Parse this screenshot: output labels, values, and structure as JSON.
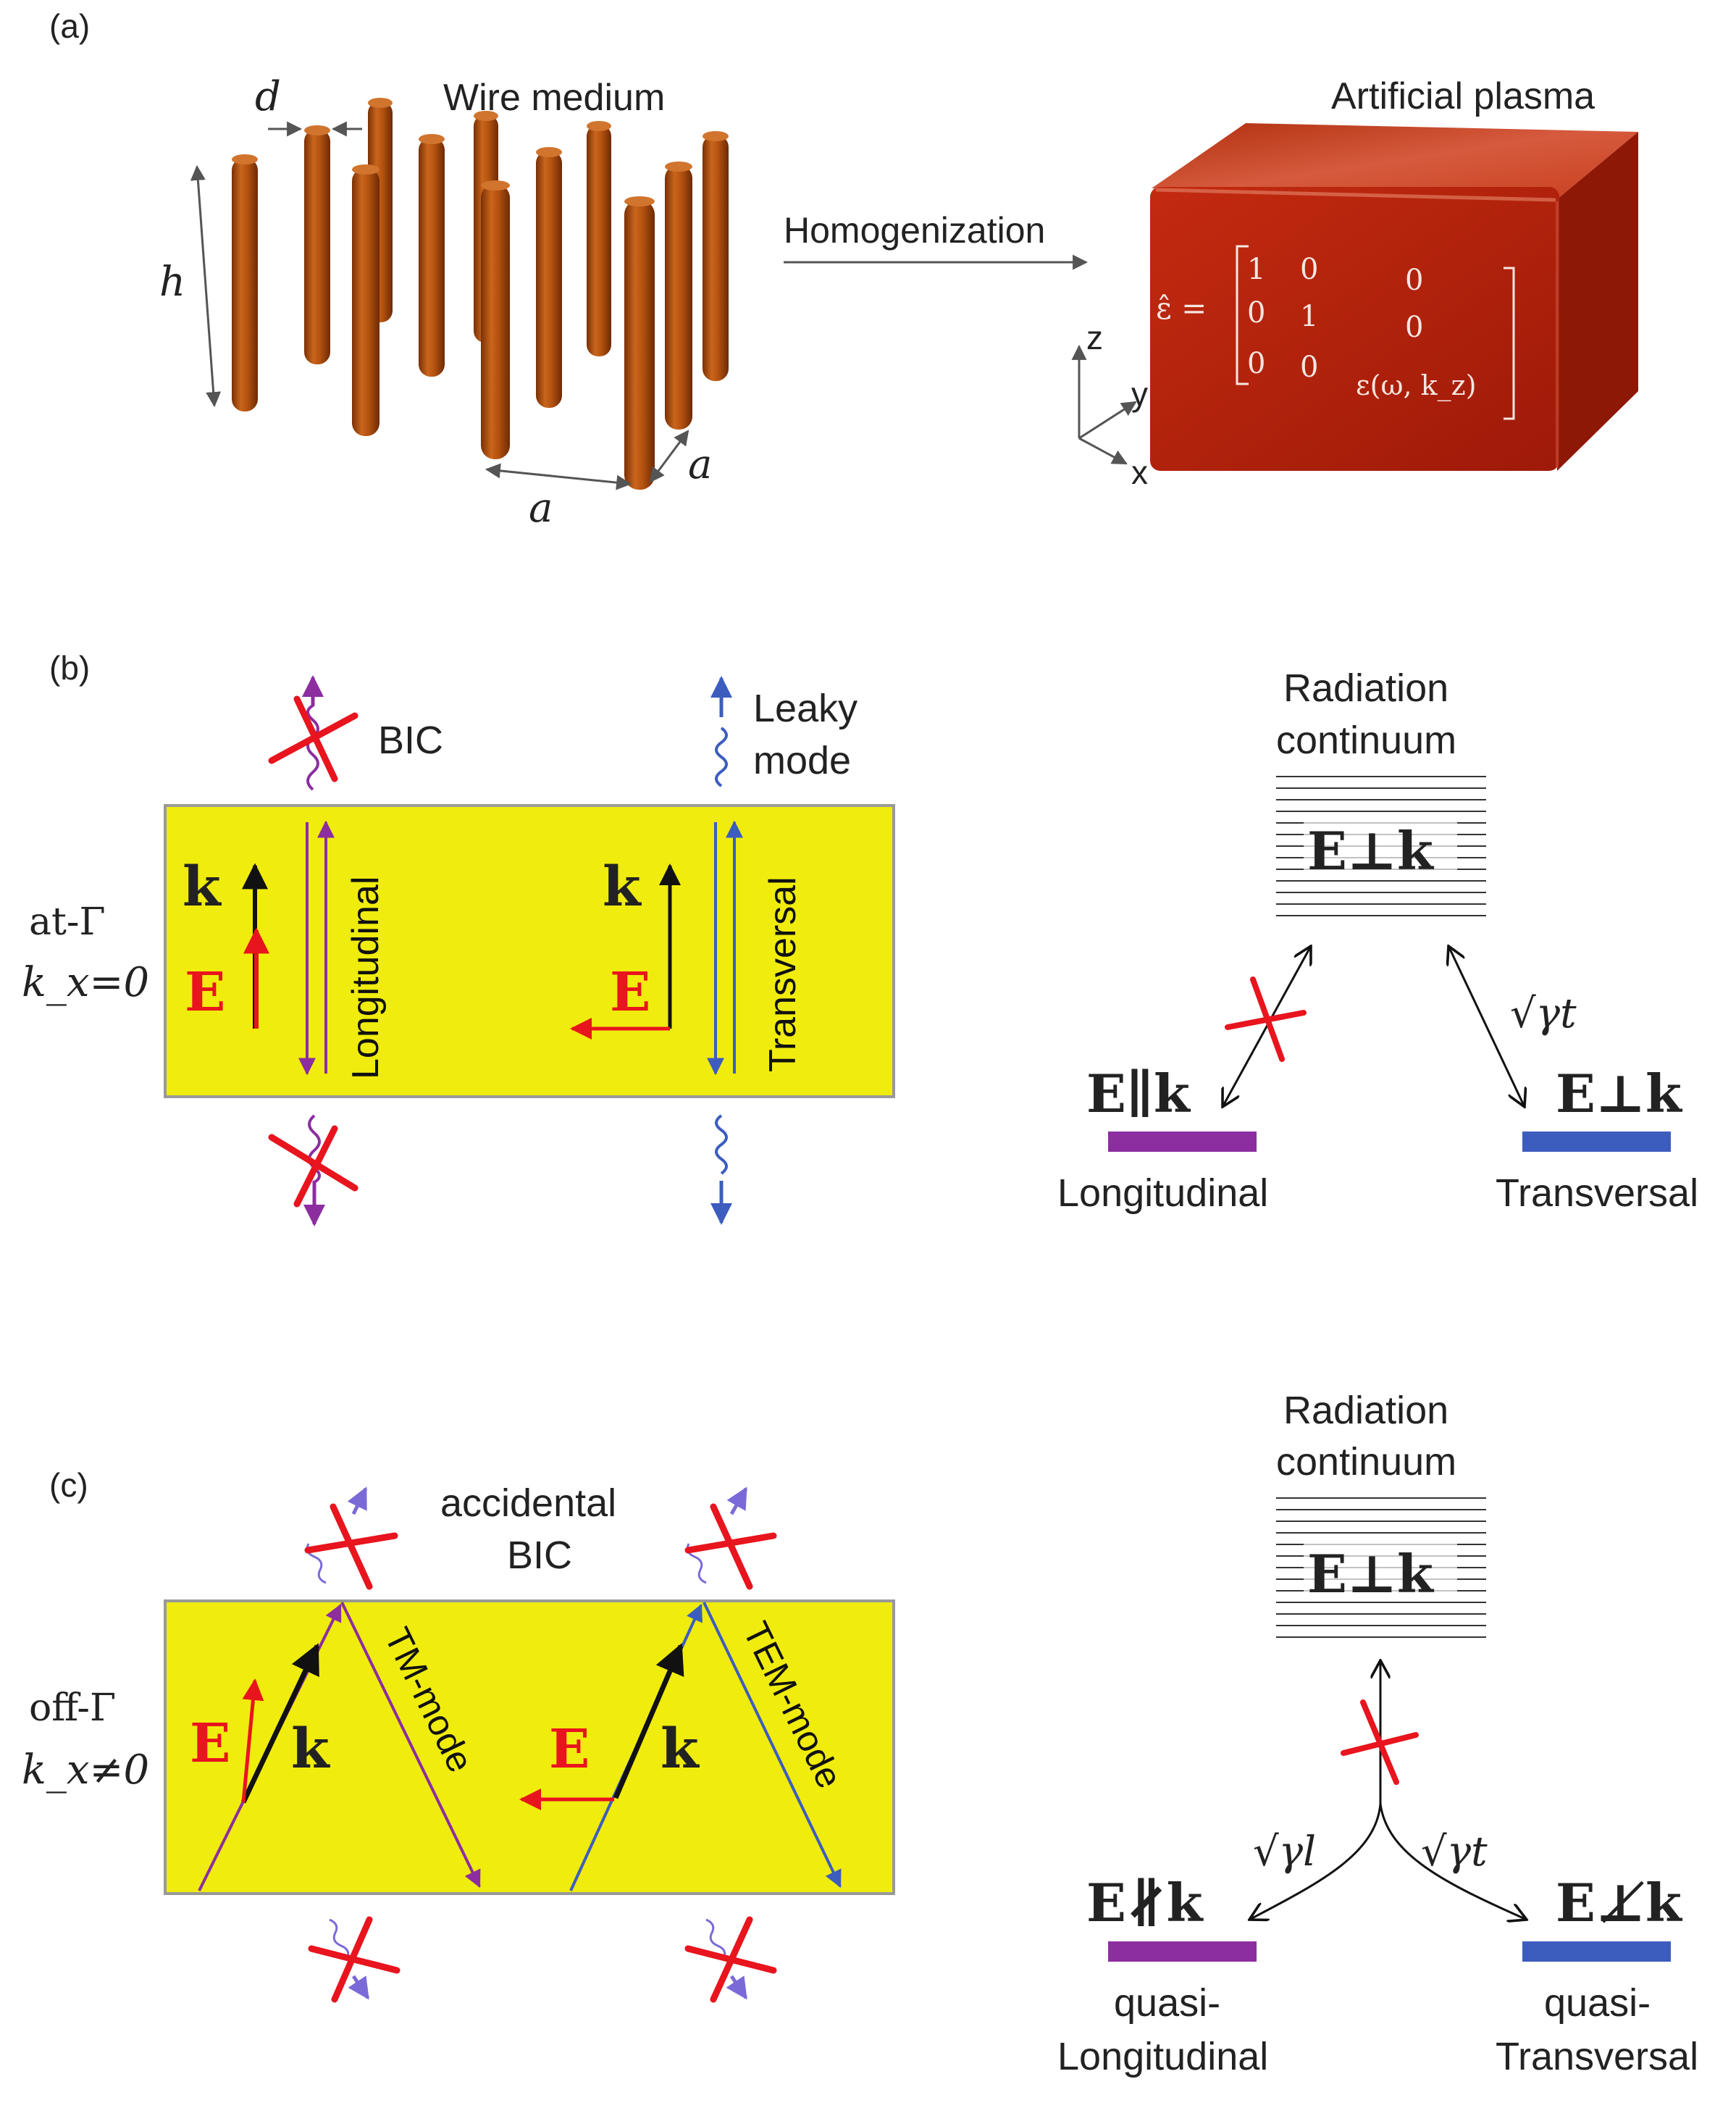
{
  "panel_a": {
    "label": "(a)",
    "wire_medium_title": "Wire medium",
    "dim_d": "d",
    "dim_h": "h",
    "dim_a1": "a",
    "dim_a2": "a",
    "arrow_label": "Homogenization",
    "plasma_title": "Artificial plasma",
    "eps_lhs": "ε̂ =",
    "matrix": [
      [
        "1",
        "0",
        "0"
      ],
      [
        "0",
        "1",
        "0"
      ],
      [
        "0",
        "0",
        "ε(ω, k_z)"
      ]
    ],
    "axis_z": "z",
    "axis_y": "y",
    "axis_x": "x",
    "colors": {
      "wire": "#b4520f",
      "plasma": "#b4200c"
    }
  },
  "panel_b": {
    "label": "(b)",
    "side_line1": "at-Γ",
    "side_line2": "k_x=0",
    "bic_label": "BIC",
    "leaky_line1": "Leaky",
    "leaky_line2": "mode",
    "k_label_left": "k",
    "E_label_left": "E",
    "k_label_right": "k",
    "E_label_right": "E",
    "longitudinal_vertical": "Longitudinal",
    "transversal_vertical": "Transversal",
    "continuum_line1": "Radiation",
    "continuum_line2": "continuum",
    "continuum_state": "E⊥k",
    "left_state": "E∥k",
    "right_state": "E⊥k",
    "coupling": "√γt",
    "left_caption": "Longitudinal",
    "right_caption": "Transversal",
    "colors": {
      "slab": "#f0ec0e",
      "longitudinal": "#8c2da0",
      "transversal": "#3c5dbe",
      "field": "#e8141e"
    }
  },
  "panel_c": {
    "label": "(c)",
    "side_line1": "off-Γ",
    "side_line2": "k_x≠0",
    "bic_line1": "accidental",
    "bic_line2": "BIC",
    "E_label_left": "E",
    "k_label_left": "k",
    "E_label_right": "E",
    "k_label_right": "k",
    "tm_mode": "TM-mode",
    "tem_mode": "TEM-mode",
    "continuum_line1": "Radiation",
    "continuum_line2": "continuum",
    "continuum_state": "E⊥k",
    "left_state": "E∦k",
    "right_state": "E⊥̸k",
    "coupling_left": "√γl",
    "coupling_right": "√γt",
    "left_caption_line1": "quasi-",
    "left_caption_line2": "Longitudinal",
    "right_caption_line1": "quasi-",
    "right_caption_line2": "Transversal"
  }
}
